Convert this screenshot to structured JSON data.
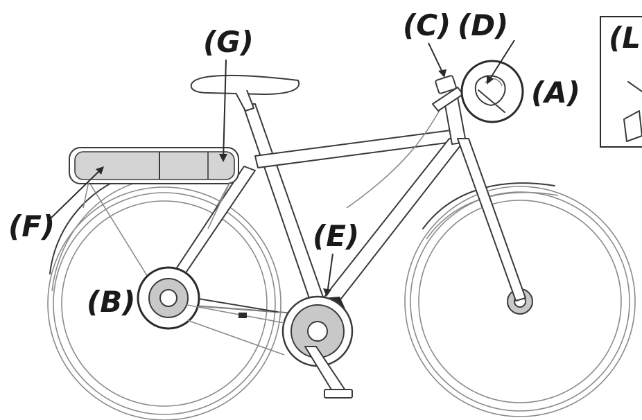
{
  "diagram": {
    "callouts": {
      "a": "(A)",
      "b": "(B)",
      "c": "(C)",
      "d": "(D)",
      "e": "(E)",
      "f": "(F)",
      "g": "(G)",
      "l": "(L"
    },
    "colors": {
      "line": "#3a3a3a",
      "light_line": "#8a8a8a",
      "fill": "#ffffff",
      "battery": "#d4d4d4",
      "hub": "#c8c8c8",
      "dark": "#2a2a2a"
    }
  }
}
